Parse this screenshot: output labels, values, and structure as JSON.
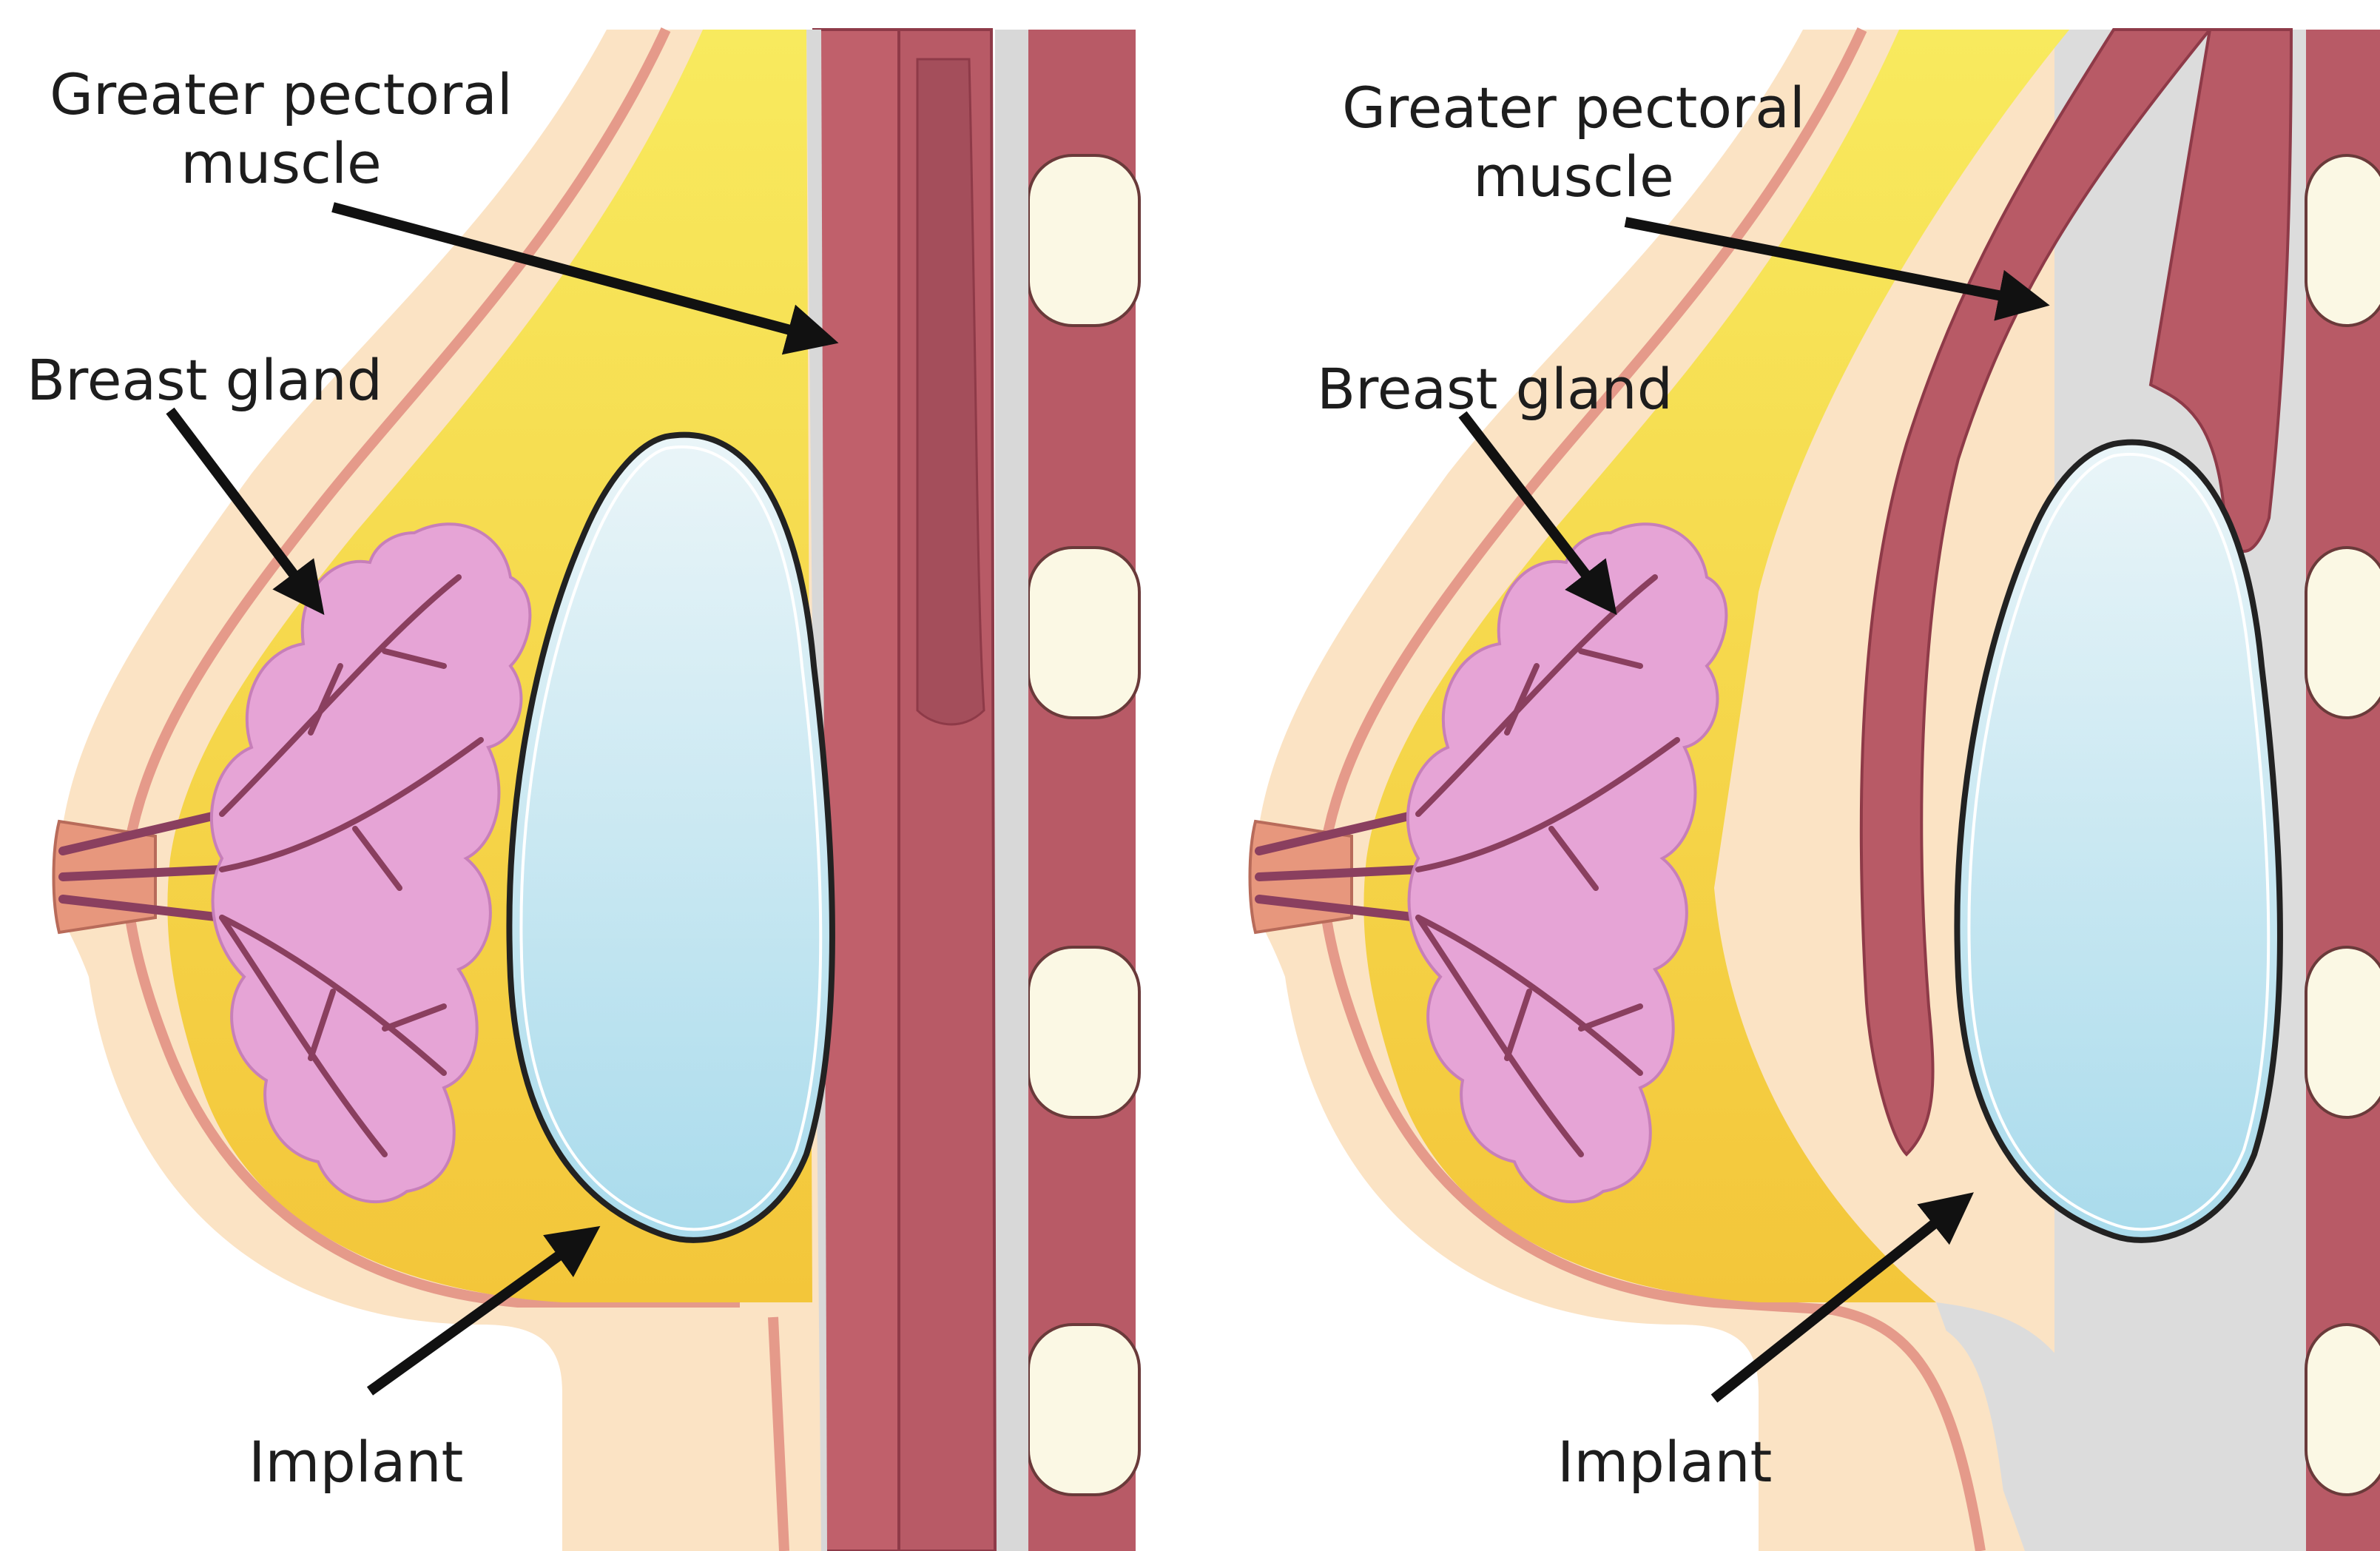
{
  "diagrams": [
    {
      "labels": {
        "muscle": [
          "Greater pectoral",
          "muscle"
        ],
        "gland": "Breast gland",
        "implant": "Implant"
      }
    },
    {
      "labels": {
        "muscle": [
          "Greater pectoral",
          "muscle"
        ],
        "gland": "Breast gland",
        "implant": "Implant"
      }
    }
  ],
  "colors": {
    "skin": "#fbe3c4",
    "skin_line": "#e59a8a",
    "fat": "#f7e24a",
    "fat_deep": "#f4c83a",
    "gland": "#e6a4d6",
    "gland_duct": "#8a3f5f",
    "muscle": "#b85a66",
    "muscle_dark": "#8e3a48",
    "fascia": "#d8d8d8",
    "rib": "#fbf8e4",
    "implant_top": "#eaf5f8",
    "implant_bottom": "#a9dbec",
    "arrow": "#111111"
  }
}
